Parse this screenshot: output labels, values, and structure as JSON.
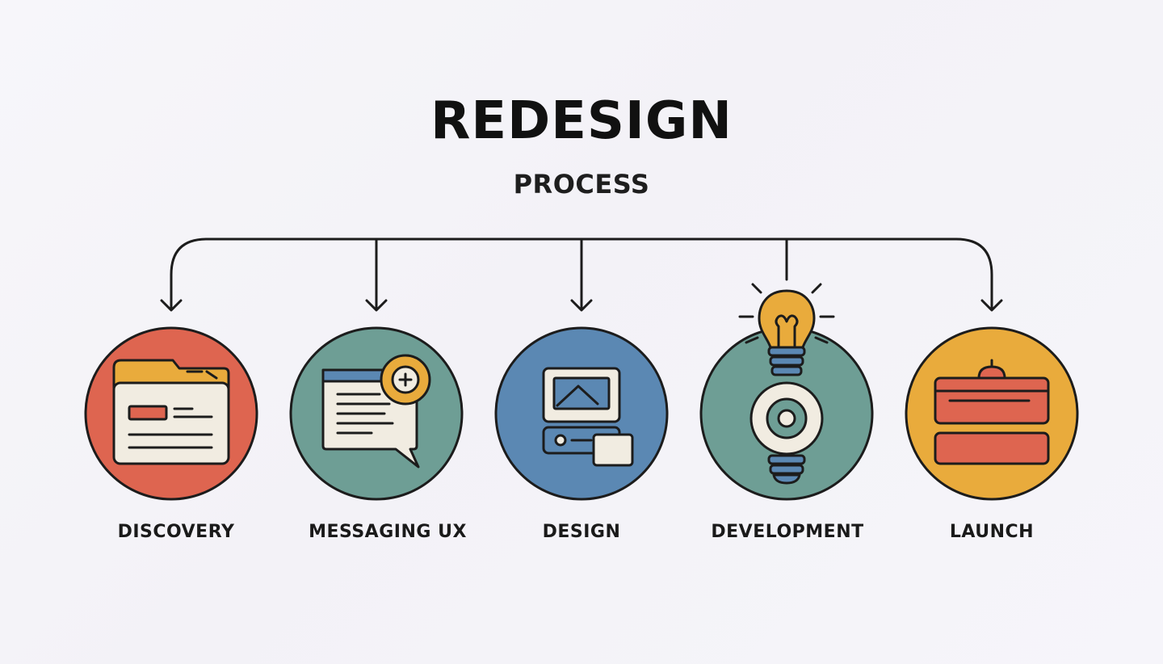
{
  "header": {
    "title": "REDESIGN",
    "subtitle": "PROCESS"
  },
  "steps": [
    {
      "label": "DISCOVERY",
      "icon": "browser-window-icon",
      "color": "#de6550"
    },
    {
      "label": "MESSAGING UX",
      "icon": "chat-message-icon",
      "color": "#6e9e95"
    },
    {
      "label": "DESIGN",
      "icon": "monitor-layout-icon",
      "color": "#5b88b3"
    },
    {
      "label": "DEVELOPMENT",
      "icon": "lightbulb-gear-icon",
      "color": "#6e9e95"
    },
    {
      "label": "LAUNCH",
      "icon": "stacked-blocks-icon",
      "color": "#e9ab3c"
    }
  ],
  "palette": {
    "outline": "#1c1c1c",
    "cream": "#f1ece1",
    "red": "#de6550",
    "yellow": "#e9ab3c",
    "teal": "#6e9e95",
    "blue": "#5b88b3"
  }
}
